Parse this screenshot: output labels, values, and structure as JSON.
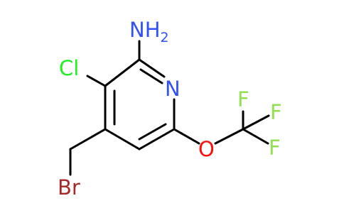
{
  "molecule": {
    "atoms": {
      "amino": {
        "label": "NH",
        "subscript": "2",
        "color": "#3050F8"
      },
      "chloro": {
        "label": "Cl",
        "color": "#1FF01F"
      },
      "ring_nitrogen": {
        "label": "N",
        "color": "#3050F8"
      },
      "oxygen": {
        "label": "O",
        "color": "#FF0D0D"
      },
      "fluorine_top": {
        "label": "F",
        "color": "#90E050"
      },
      "fluorine_right": {
        "label": "F",
        "color": "#90E050"
      },
      "fluorine_bottom": {
        "label": "F",
        "color": "#90E050"
      },
      "bromine": {
        "label": "Br",
        "color": "#A62929"
      }
    },
    "bond_color": "#000000"
  }
}
